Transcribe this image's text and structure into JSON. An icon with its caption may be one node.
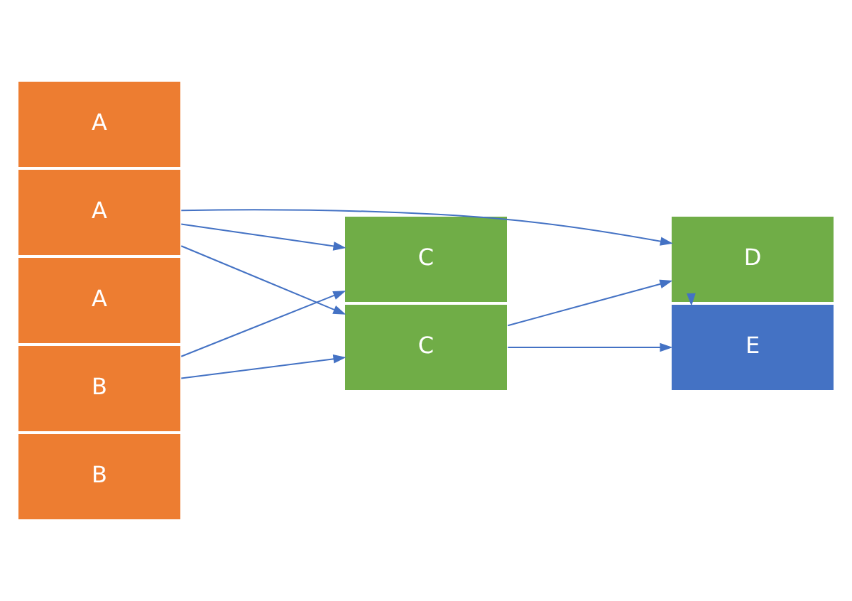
{
  "diagram": {
    "nodes": [
      {
        "text": [
          "A"
        ]
      },
      {
        "text": [
          "A"
        ]
      },
      {
        "text": [
          "A"
        ]
      },
      {
        "text": [
          "B"
        ]
      },
      {
        "text": [
          "B"
        ]
      },
      {
        "text": [
          "C"
        ]
      },
      {
        "text": [
          "C"
        ]
      },
      {
        "text": [
          "E"
        ]
      },
      {
        "text": [
          "D"
        ]
      }
    ],
    "edges": [
      {
        "from": 1,
        "to": 5,
        "arrow": "to"
      },
      {
        "from": 1,
        "to": 6,
        "arrow": "to"
      },
      {
        "from": 1,
        "to": 8,
        "arrow": "to"
      },
      {
        "from": 3,
        "to": 5,
        "arrow": "to"
      },
      {
        "from": 3,
        "to": 6,
        "arrow": "to"
      },
      {
        "from": 6,
        "to": 7,
        "arrow": "to"
      },
      {
        "from": 6,
        "to": 8,
        "arrow": "to"
      },
      {
        "from": 8,
        "to": 7,
        "arrow": "to"
      }
    ]
  }
}
